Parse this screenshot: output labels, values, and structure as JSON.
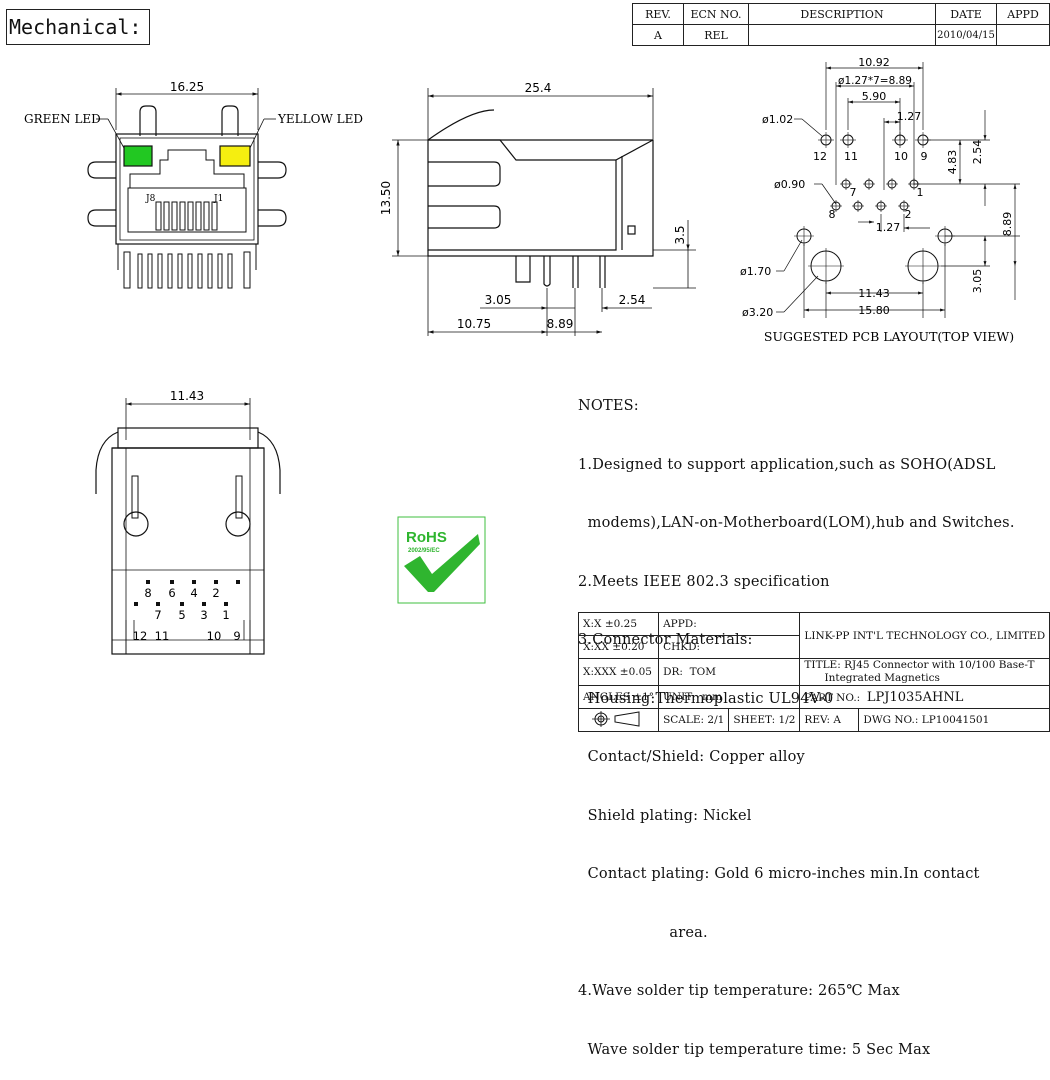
{
  "header": {
    "title": "Mechanical:"
  },
  "revision_table": {
    "headers": [
      "REV.",
      "ECN NO.",
      "DESCRIPTION",
      "DATE",
      "APPD"
    ],
    "row": [
      "A",
      "REL",
      "",
      "2010/04/15",
      ""
    ]
  },
  "front_view": {
    "width_dim": "16.25",
    "green_led": "GREEN LED",
    "yellow_led": "YELLOW LED",
    "pin_j8": "J8",
    "pin_j1": "J1",
    "led_colors": {
      "green": "#22c822",
      "yellow": "#f5ee10"
    }
  },
  "side_view": {
    "length_dim": "25.4",
    "height_dim": "13.50",
    "dim_3_5": "3.5",
    "dim_3_05": "3.05",
    "dim_2_54": "2.54",
    "dim_10_75": "10.75",
    "dim_8_89": "8.89"
  },
  "pcb_layout": {
    "dim_10_92": "10.92",
    "dim_pitch": "ø1.27*7=8.89",
    "dim_5_90": "5.90",
    "dim_1_27_top": "1.27",
    "dia_1_02": "ø1.02",
    "dia_0_90": "ø0.90",
    "dim_4_83": "4.83",
    "dim_2_54": "2.54",
    "dim_1_27_mid": "1.27",
    "dim_8_89": "8.89",
    "dia_1_70": "ø1.70",
    "dia_3_20": "ø3.20",
    "dim_11_43": "11.43",
    "dim_15_80": "15.80",
    "dim_3_05": "3.05",
    "pin_12": "12",
    "pin_11": "11",
    "pin_10": "10",
    "pin_9": "9",
    "pin_7": "7",
    "pin_1": "1",
    "pin_8": "8",
    "pin_2": "2",
    "caption": "SUGGESTED PCB LAYOUT(TOP VIEW)"
  },
  "bottom_view": {
    "width_dim": "11.43",
    "row1_pins": [
      "8",
      "6",
      "4",
      "2"
    ],
    "row2_pins": [
      "7",
      "5",
      "3",
      "1"
    ],
    "row3_left": [
      "12",
      "11"
    ],
    "row3_right": [
      "10",
      "9"
    ]
  },
  "rohs": {
    "label": "RoHS",
    "sub": "2002/95/EC",
    "color": "#2fb52f"
  },
  "notes": {
    "heading": "NOTES:",
    "lines": [
      "1.Designed to support application,such as SOHO(ADSL",
      "  modems),LAN-on-Motherboard(LOM),hub and Switches.",
      "2.Meets IEEE 802.3 specification",
      "3.Connector Materials:",
      "  Housing:Thermoplastic UL94V-0",
      "  Contact/Shield: Copper alloy",
      "  Shield plating: Nickel",
      "  Contact plating: Gold 6 micro-inches min.In contact",
      "                   area.",
      "4.Wave solder tip temperature: 265℃ Max",
      "  Wave solder tip temperature time: 5 Sec Max"
    ]
  },
  "title_block": {
    "tol_x": "X:X    ±0.25",
    "tol_xx": "X:XX   ±0.20",
    "tol_xxx": "X:XXX  ±0.05",
    "tol_angles": "ANGLES ±1°",
    "appd": "APPD:",
    "chkd": "CHKD:",
    "dr_label": "DR:",
    "dr_value": "TOM",
    "unit_label": "UNIT:",
    "unit_value": "mm",
    "company": "LINK-PP INT'L TECHNOLOGY CO., LIMITED",
    "title_label": "TITLE:",
    "title_value": "RJ45 Connector with 10/100 Base-T",
    "title_value2": "Integrated Magnetics",
    "part_label": "PART NO.:",
    "part_value": "LPJ1035AHNL",
    "scale_label": "SCALE:",
    "scale_value": "2/1",
    "sheet_label": "SHEET:",
    "sheet_value": "1/2",
    "rev_label": "REV:",
    "rev_value": "A",
    "dwg_label": "DWG NO.:",
    "dwg_value": "LP10041501"
  }
}
